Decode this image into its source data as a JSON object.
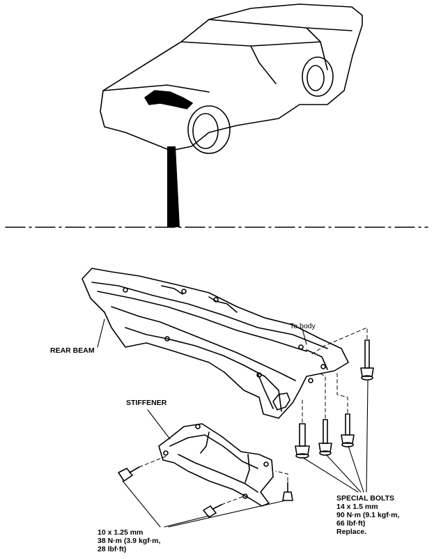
{
  "labels": {
    "rear_beam": "REAR BEAM",
    "stiffener": "STIFFENER",
    "to_body": "To body",
    "special_bolts": {
      "title": "SPECIAL BOLTS",
      "size": "14 x 1.5 mm",
      "torque_1": "90 N·m (9.1 kgf·m,",
      "torque_2": "66 lbf·ft)",
      "note": "Replace."
    },
    "small_bolts": {
      "size": "10 x 1.25 mm",
      "torque_1": "38 N·m (3.9 kgf·m,",
      "torque_2": "28 lbf·ft)"
    }
  }
}
